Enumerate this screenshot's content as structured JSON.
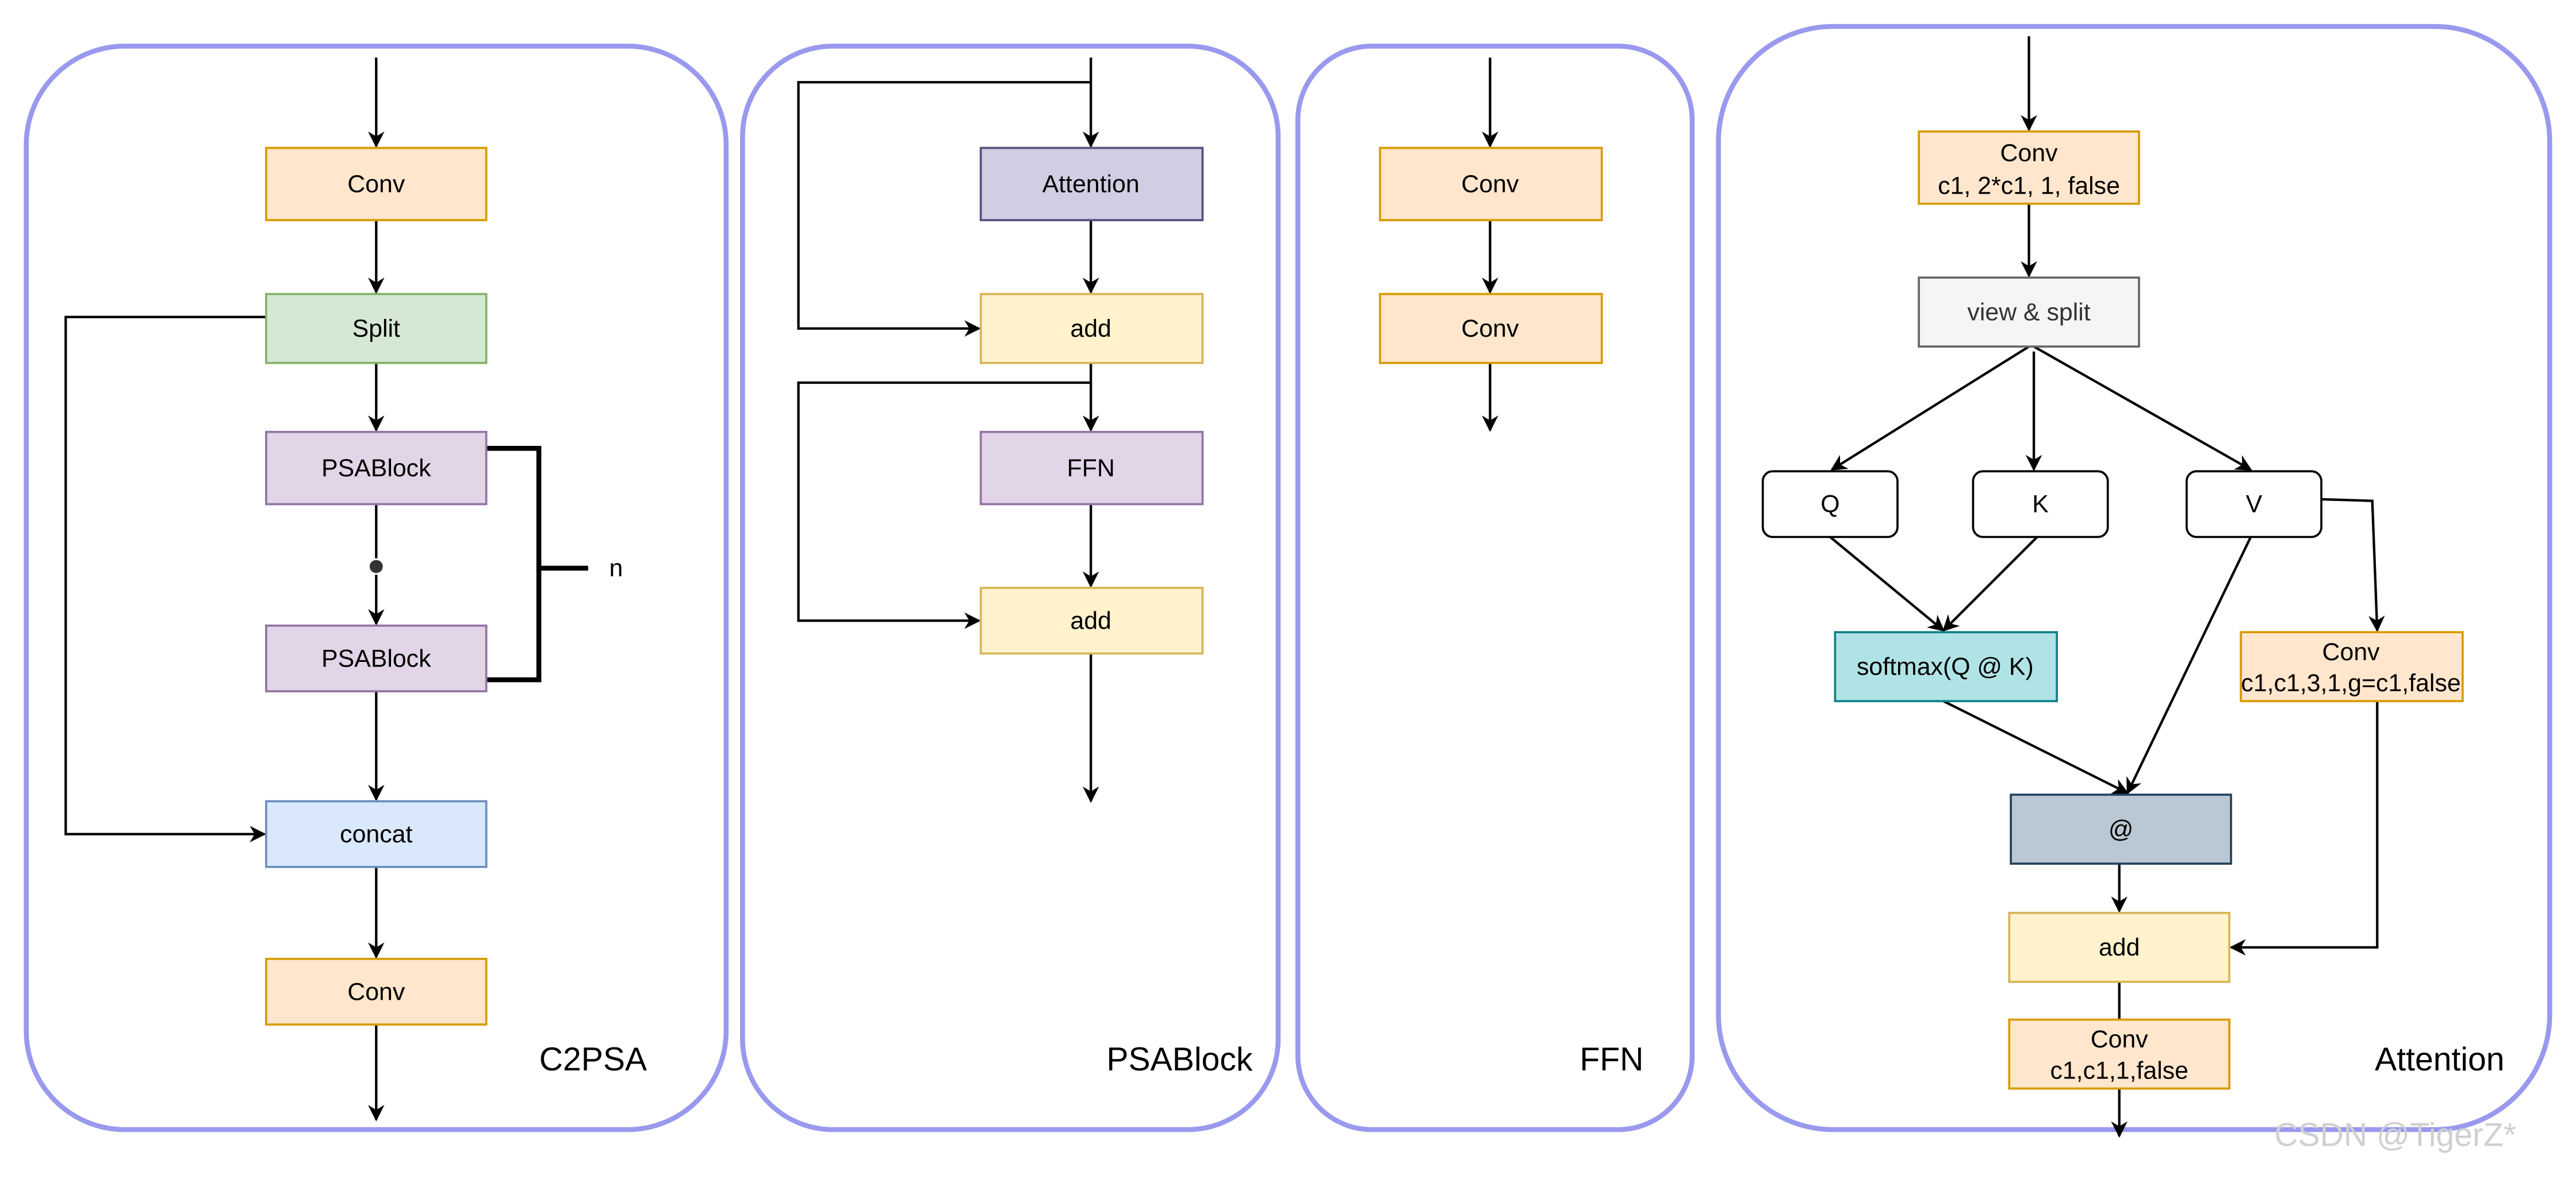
{
  "colors": {
    "panel_border": "#9999ee",
    "conv_fill": "#ffe6cc",
    "conv_stroke": "#d79b00",
    "split_fill": "#d5e8d4",
    "psablock_fill": "#e1d5e7",
    "concat_fill": "#dae8fc",
    "attention_fill": "#d0cee2",
    "add_fill": "#fff2cc",
    "softmax_fill": "#b0e3e6",
    "matmul_fill": "#bac8d3",
    "view_split_fill": "#f5f5f5"
  },
  "c2psa": {
    "title": "C2PSA",
    "conv1": "Conv",
    "split": "Split",
    "psablock1": "PSABlock",
    "psablock2": "PSABlock",
    "repeat": "n",
    "concat": "concat",
    "conv2": "Conv"
  },
  "psablock": {
    "title": "PSABlock",
    "attention": "Attention",
    "add1": "add",
    "ffn": "FFN",
    "add2": "add"
  },
  "ffn": {
    "title": "FFN",
    "conv1": "Conv",
    "conv2": "Conv"
  },
  "attention": {
    "title": "Attention",
    "conv_qkv": {
      "name": "Conv",
      "params": "c1, 2*c1, 1, false"
    },
    "view_split": "view & split",
    "q": "Q",
    "k": "K",
    "v": "V",
    "softmax": "softmax(Q @ K)",
    "conv_pe": {
      "name": "Conv",
      "params": "c1,c1,3,1,g=c1,false"
    },
    "matmul": "@",
    "add": "add",
    "conv_proj": {
      "name": "Conv",
      "params": "c1,c1,1,false"
    }
  },
  "watermark": "CSDN @TigerZ*"
}
